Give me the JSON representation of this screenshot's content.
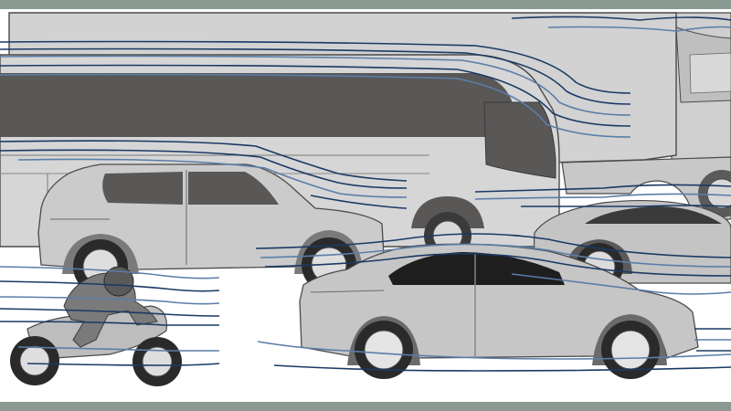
{
  "colors": {
    "frame_border": "#8a9a92",
    "vehicle_light": "#d0d0d0",
    "vehicle_mid": "#a8a8a8",
    "vehicle_dark": "#7a7a7a",
    "window_dark": "#5a5757",
    "window_black": "#1e1e1e",
    "outline": "#4a4a4a",
    "flow_line_dark": "#1a3a64",
    "flow_line_light": "#5a7ea8",
    "background": "#ffffff"
  },
  "vehicles": [
    {
      "kind": "truck"
    },
    {
      "kind": "coach-bus"
    },
    {
      "kind": "suv"
    },
    {
      "kind": "sports-car"
    },
    {
      "kind": "sedan"
    },
    {
      "kind": "motorcycle-with-rider"
    }
  ],
  "airflow": {
    "description": "",
    "line_style": "streamlines"
  }
}
